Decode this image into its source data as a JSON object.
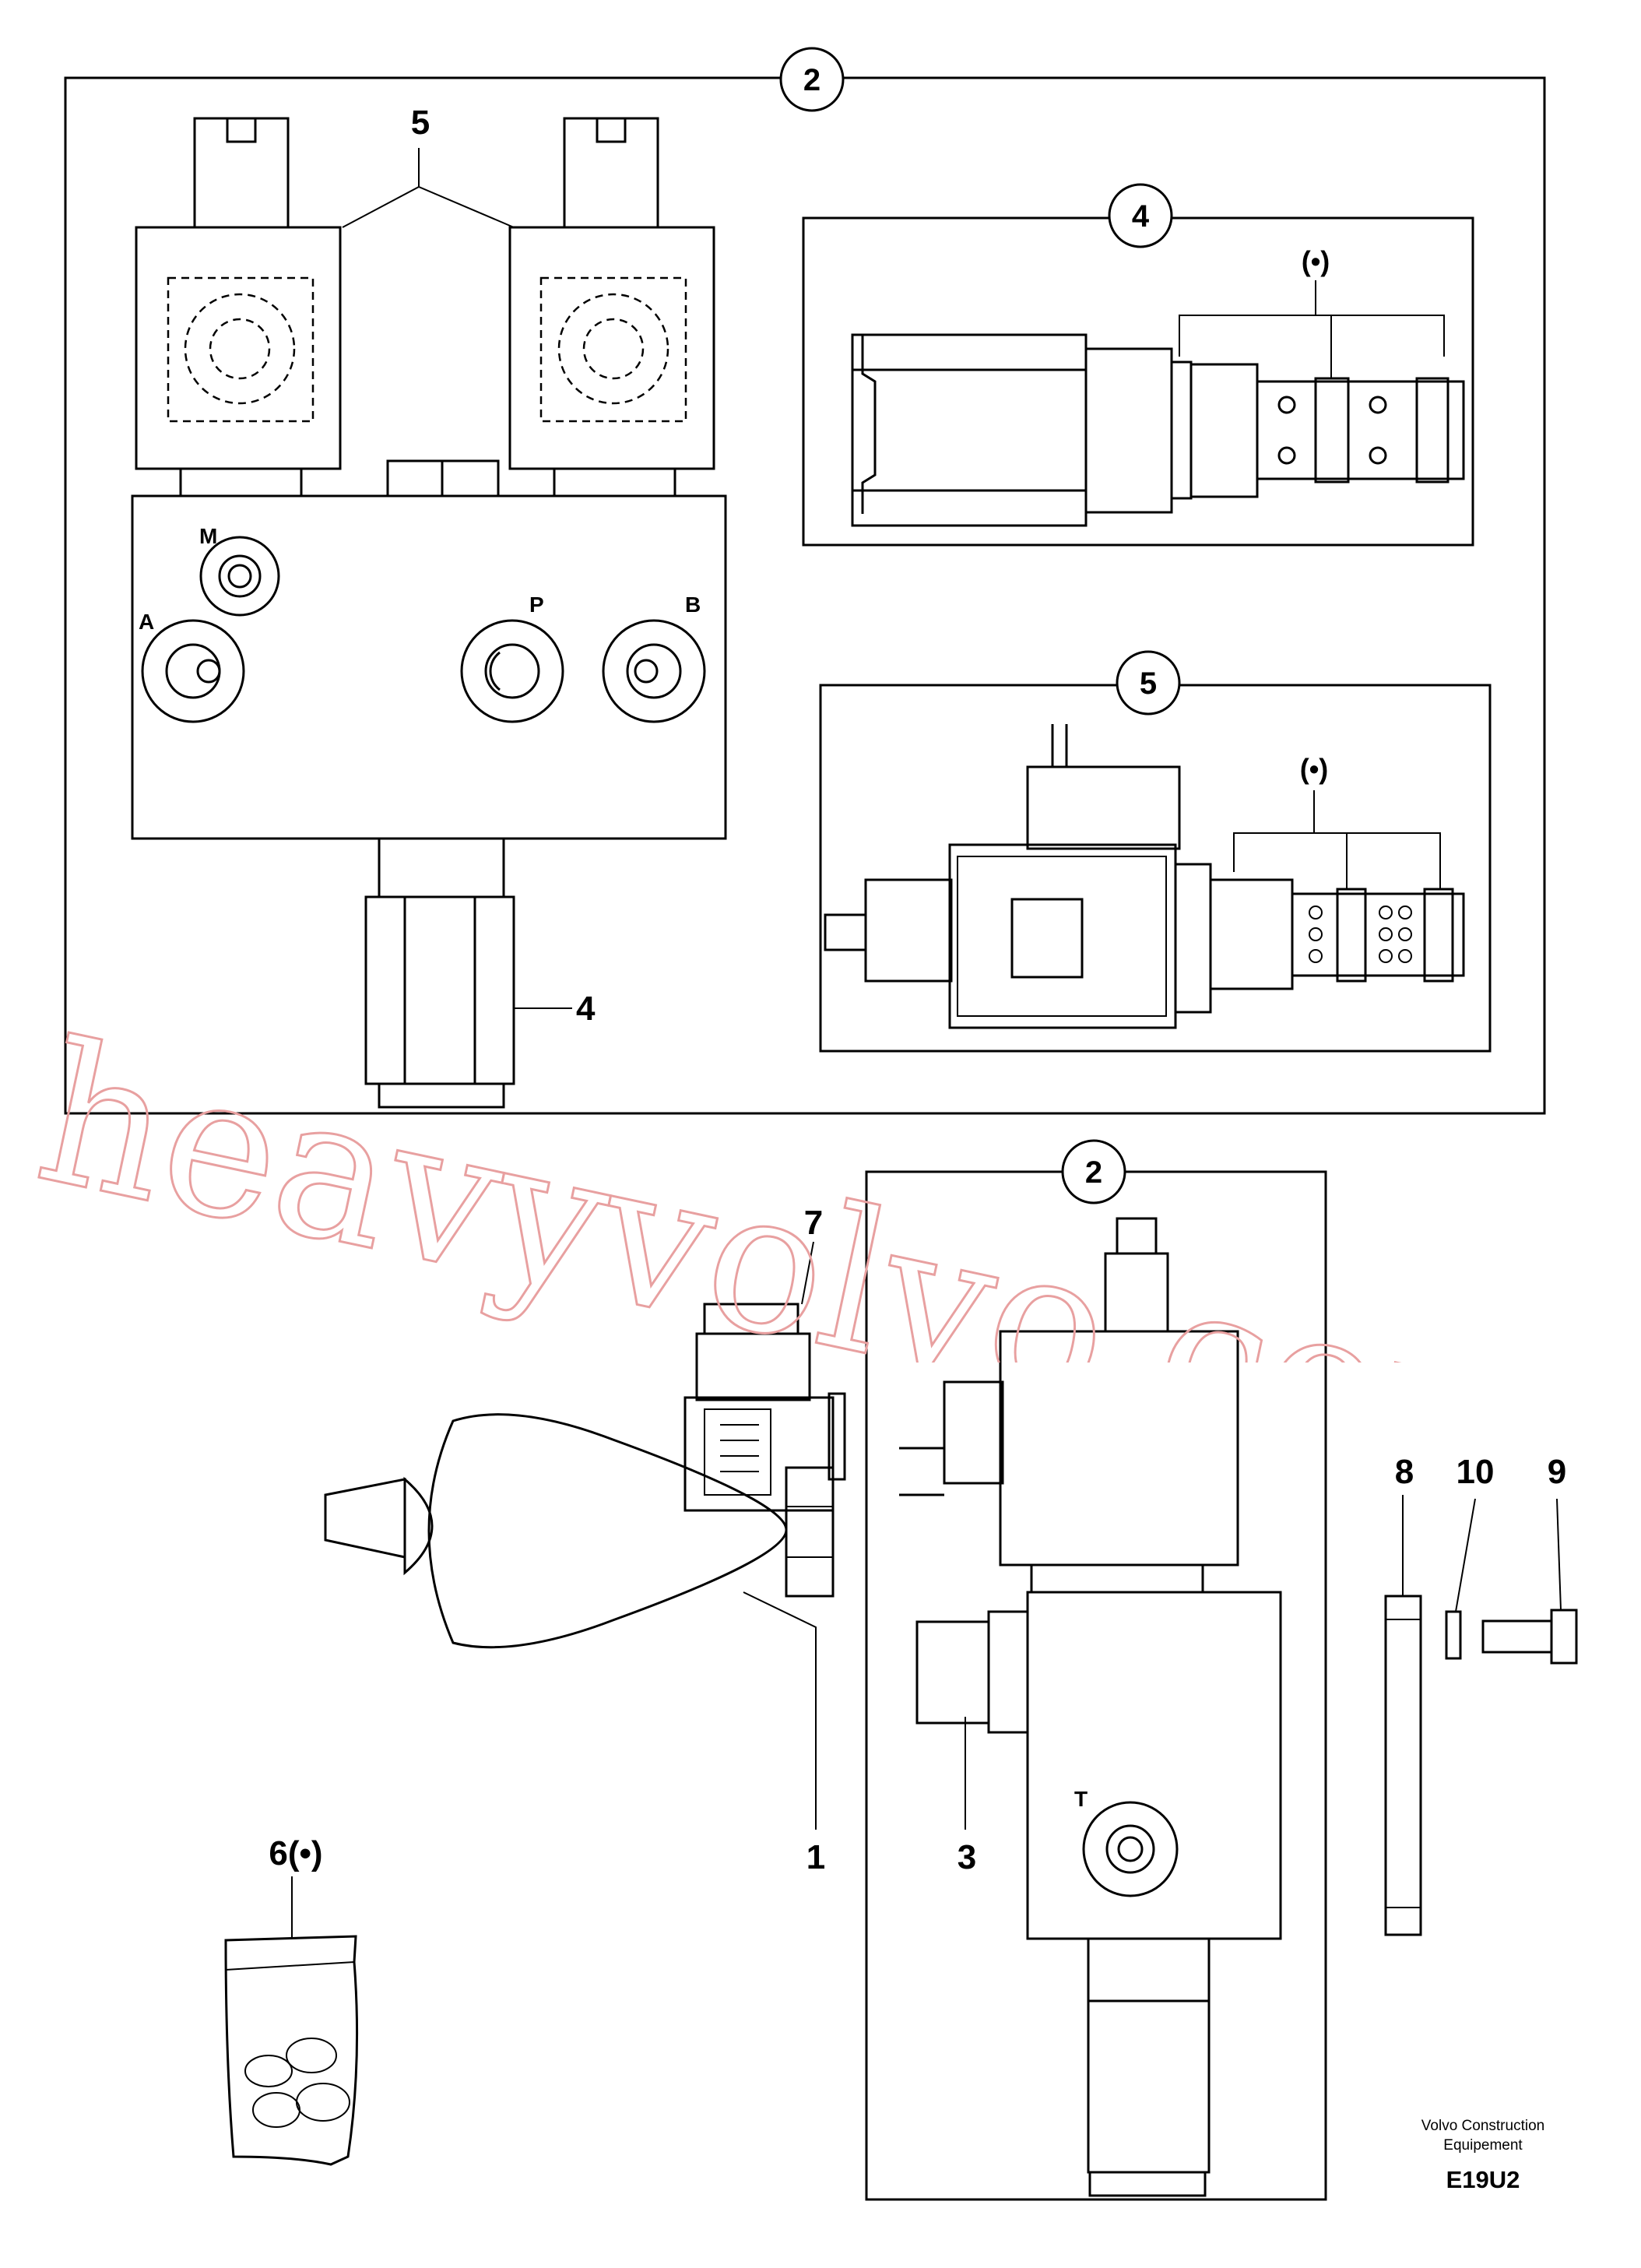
{
  "callouts": {
    "group_main": "2",
    "group_detail_4": "4",
    "group_detail_5": "5",
    "group_lower": "2"
  },
  "labels": {
    "part_5": "5",
    "part_4": "4",
    "part_7": "7",
    "part_1": "1",
    "part_3": "3",
    "part_6": "6(•)",
    "part_8": "8",
    "part_10": "10",
    "part_9": "9",
    "detail4_marker": "(•)",
    "detail5_marker": "(•)"
  },
  "ports": {
    "m": "M",
    "a": "A",
    "p": "P",
    "b": "B",
    "t": "T"
  },
  "watermark": "heavyvolvo.com",
  "credit": {
    "line1": "Volvo Construction",
    "line2": "Equipement",
    "code": "E19U2"
  },
  "colors": {
    "watermark": "#e8a0a0",
    "lines": "#000000"
  }
}
